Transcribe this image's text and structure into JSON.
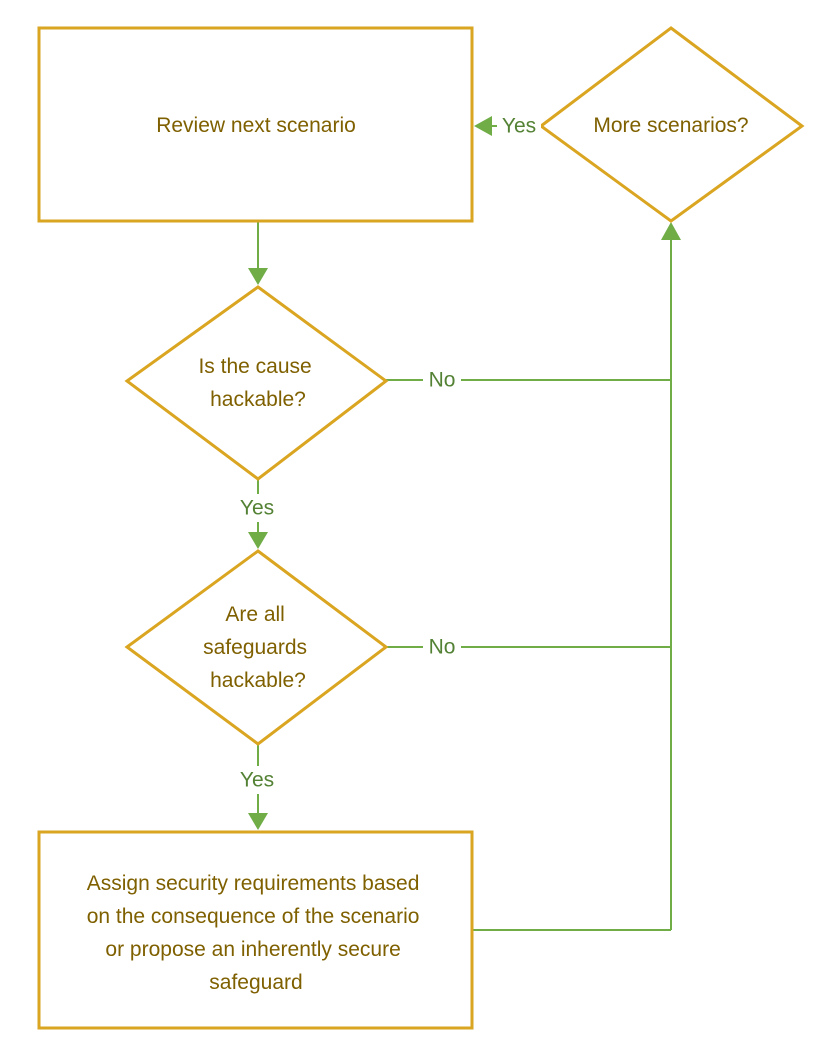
{
  "colors": {
    "shape_stroke": "#DAA520",
    "node_text": "#7F6000",
    "connector": "#70AD47",
    "edge_label": "#548235"
  },
  "nodes": {
    "review": {
      "type": "process",
      "lines": [
        "Review next scenario"
      ]
    },
    "more": {
      "type": "decision",
      "lines": [
        "More scenarios?"
      ]
    },
    "cause": {
      "type": "decision",
      "lines": [
        "Is the cause",
        "hackable?"
      ]
    },
    "safeguards": {
      "type": "decision",
      "lines": [
        "Are all",
        "safeguards",
        "hackable?"
      ]
    },
    "assign": {
      "type": "process",
      "lines": [
        "Assign security requirements based",
        "on the consequence of the scenario",
        "or propose an inherently secure",
        "safeguard"
      ]
    }
  },
  "edges": {
    "more_yes": "Yes",
    "cause_yes": "Yes",
    "cause_no": "No",
    "safeguards_yes": "Yes",
    "safeguards_no": "No"
  }
}
